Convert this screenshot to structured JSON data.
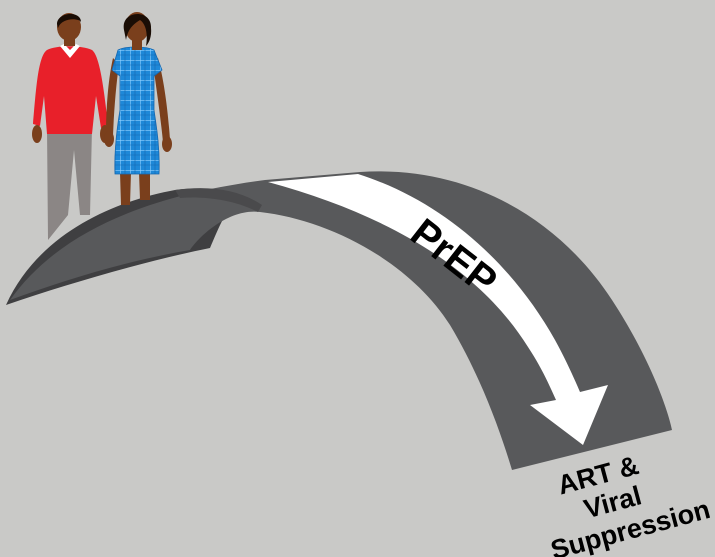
{
  "diagram": {
    "arrow_label": "PrEP",
    "destination": {
      "line1": "ART &",
      "line2": "Viral",
      "line3": "Suppression"
    }
  },
  "colors": {
    "background": "#c9c9c7",
    "bridge_top": "#58595b",
    "bridge_side": "#3f3f41",
    "arrow": "#ffffff",
    "arrow_text": "#000000",
    "label_text": "#000000",
    "man_shirt": "#e8202a",
    "man_trousers": "#8b8685",
    "woman_dress": "#1e88d8",
    "skin": "#7a3f1c",
    "hair": "#1a0d05"
  },
  "icons": {
    "people": "couple-figures",
    "bridge": "bridge-arch"
  }
}
